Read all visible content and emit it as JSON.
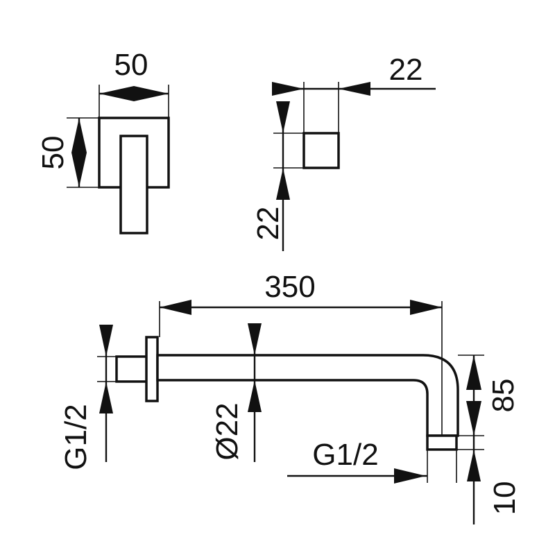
{
  "drawing": {
    "colors": {
      "line": "#111111",
      "background": "#ffffff"
    },
    "top_left_view": {
      "width_label": "50",
      "height_label": "50"
    },
    "top_right_view": {
      "width_label": "22",
      "height_label": "22"
    },
    "arm_view": {
      "length_label": "350",
      "inlet_thread_label": "G1/2",
      "diameter_label": "Ø22",
      "outlet_thread_label": "G1/2",
      "drop_label": "85",
      "outlet_height_label": "10"
    }
  }
}
